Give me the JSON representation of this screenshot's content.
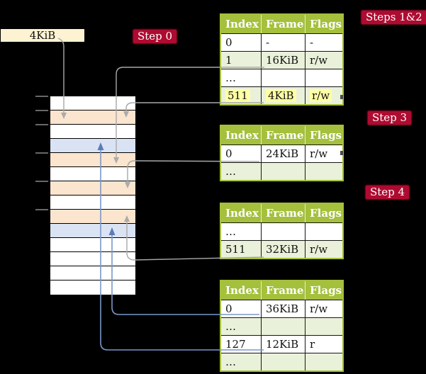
{
  "colors": {
    "olive": "#a4c03c",
    "row_green": "#eaf1da",
    "peach": "#fbe5ce",
    "blue_cell": "#dae3f3",
    "cream": "#fdf3d2",
    "crimson": "#ae0b31",
    "gray_line": "#a8a8a8",
    "blue_line": "#7b97c9",
    "highlight": "#ffffa6"
  },
  "frame_box": {
    "label": "4KiB"
  },
  "labels": {
    "step0": "Step 0",
    "steps12": "Steps 1&2",
    "step3": "Step 3",
    "step4": "Step 4"
  },
  "memory_column": {
    "cells": [
      {
        "kind": "empty"
      },
      {
        "kind": "table"
      },
      {
        "kind": "empty"
      },
      {
        "kind": "page"
      },
      {
        "kind": "table"
      },
      {
        "kind": "empty"
      },
      {
        "kind": "table"
      },
      {
        "kind": "empty"
      },
      {
        "kind": "table"
      },
      {
        "kind": "page"
      },
      {
        "kind": "empty"
      },
      {
        "kind": "empty"
      },
      {
        "kind": "empty"
      },
      {
        "kind": "empty"
      }
    ]
  },
  "tables": [
    {
      "name": "page-table-at-4kib",
      "columns": [
        "Index",
        "Frame",
        "Flags"
      ],
      "rows": [
        {
          "cells": [
            "0",
            "-",
            "-"
          ],
          "shaded": false,
          "highlight": false
        },
        {
          "cells": [
            "1",
            "16KiB",
            "r/w"
          ],
          "shaded": true,
          "highlight": false
        },
        {
          "cells": [
            "…",
            "",
            ""
          ],
          "shaded": false,
          "highlight": false
        },
        {
          "cells": [
            "511",
            "4KiB",
            "r/w"
          ],
          "shaded": true,
          "highlight": true
        }
      ]
    },
    {
      "name": "page-table-at-16kib",
      "columns": [
        "Index",
        "Frame",
        "Flags"
      ],
      "rows": [
        {
          "cells": [
            "0",
            "24KiB",
            "r/w"
          ],
          "shaded": false,
          "highlight": false
        },
        {
          "cells": [
            "…",
            "",
            ""
          ],
          "shaded": true,
          "highlight": false
        }
      ]
    },
    {
      "name": "page-table-at-24kib",
      "columns": [
        "Index",
        "Frame",
        "Flags"
      ],
      "rows": [
        {
          "cells": [
            "…",
            "",
            ""
          ],
          "shaded": false,
          "highlight": false
        },
        {
          "cells": [
            "511",
            "32KiB",
            "r/w"
          ],
          "shaded": true,
          "highlight": false
        }
      ]
    },
    {
      "name": "page-table-at-32kib",
      "columns": [
        "Index",
        "Frame",
        "Flags"
      ],
      "rows": [
        {
          "cells": [
            "0",
            "36KiB",
            "r/w"
          ],
          "shaded": false,
          "highlight": false
        },
        {
          "cells": [
            "…",
            "",
            ""
          ],
          "shaded": true,
          "highlight": false
        },
        {
          "cells": [
            "127",
            "12KiB",
            "r"
          ],
          "shaded": false,
          "highlight": false
        },
        {
          "cells": [
            "…",
            "",
            ""
          ],
          "shaded": true,
          "highlight": false
        }
      ]
    }
  ]
}
